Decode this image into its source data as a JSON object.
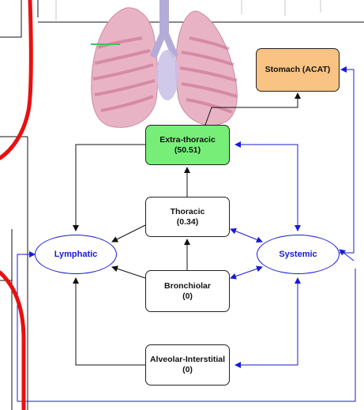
{
  "colors": {
    "arrow_black": "#111111",
    "arrow_blue": "#1a1ad8",
    "stomach_fill": "#f8c383",
    "extrathoracic_fill": "#77ee77",
    "annotation_red": "#e81010",
    "lung_pink": "#e9b3c6",
    "trachea_purple": "#b4acd8",
    "marker_green": "#33cc55"
  },
  "nodes": {
    "stomach": {
      "label": "Stomach (ACAT)"
    },
    "extra_thoracic": {
      "label": "Extra-thoracic",
      "value": "(50.51)"
    },
    "thoracic": {
      "label": "Thoracic",
      "value": "(0.34)"
    },
    "bronchiolar": {
      "label": "Bronchiolar",
      "value": "(0)"
    },
    "alveolar": {
      "label": "Alveolar-Interstitial",
      "value": "(0)"
    },
    "lymphatic": {
      "label": "Lymphatic"
    },
    "systemic": {
      "label": "Systemic"
    }
  },
  "illustration": {
    "icon": "lungs-icon"
  }
}
